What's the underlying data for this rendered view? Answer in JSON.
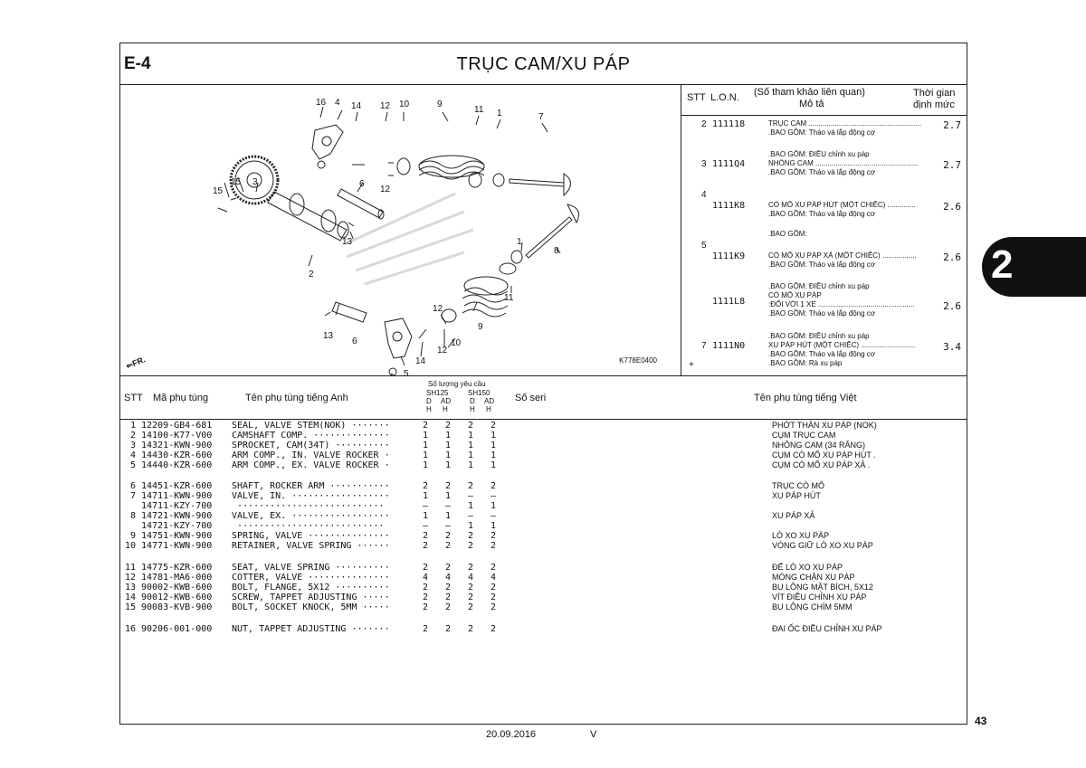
{
  "header": {
    "section": "E-4",
    "title": "TRỤC CAM/XU PÁP"
  },
  "diagram": {
    "figure_code": "K778E0400",
    "fr_label": "FR.",
    "callouts": [
      {
        "label": "16"
      },
      {
        "label": "4"
      },
      {
        "label": "14"
      },
      {
        "label": "12"
      },
      {
        "label": "10"
      },
      {
        "label": "9"
      },
      {
        "label": "11"
      },
      {
        "label": "1"
      },
      {
        "label": "7"
      },
      {
        "label": "15"
      },
      {
        "label": "15"
      },
      {
        "label": "3"
      },
      {
        "label": "6"
      },
      {
        "label": "12"
      },
      {
        "label": "13"
      },
      {
        "label": "1"
      },
      {
        "label": "8"
      },
      {
        "label": "2"
      },
      {
        "label": "11"
      },
      {
        "label": "12"
      },
      {
        "label": "9"
      },
      {
        "label": "13"
      },
      {
        "label": "6"
      },
      {
        "label": "10"
      },
      {
        "label": "12"
      },
      {
        "label": "14"
      },
      {
        "label": "5"
      },
      {
        "label": "16"
      }
    ]
  },
  "ref_table": {
    "headers": {
      "stt": "STT",
      "lon": "L.O.N.",
      "desc_top": "(Số tham khảo liên quan)",
      "desc": "Mô tả",
      "time_top": "Thời gian",
      "time": "định mức"
    },
    "rows": [
      {
        "stt": "2",
        "lon": "111118",
        "lines": [
          "TRỤC CAM ........................................................",
          ".BAO GỒM: Tháo và lắp động cơ"
        ],
        "time": "2.7"
      },
      {
        "stt": "",
        "lon": "",
        "lines": [
          ".BAO GỒM: ĐIỀU chỉnh xu páp"
        ],
        "time": ""
      },
      {
        "stt": "3",
        "lon": "1111Q4",
        "lines": [
          "NHÔNG CAM ...................................................",
          ".BAO GỒM: Tháo và lắp động cơ"
        ],
        "time": "2.7"
      },
      {
        "stt": "4",
        "lon": "",
        "lines": [],
        "time": ""
      },
      {
        "stt": "",
        "lon": "1111K8",
        "lines": [
          "CÒ MỔ XU PÁP HÚT (MỘT CHIẾC) ..............",
          ".BAO GỒM: Tháo và lắp động cơ"
        ],
        "time": "2.6"
      },
      {
        "stt": "",
        "lon": "",
        "lines": [
          ".BAO GỒM:"
        ],
        "time": ""
      },
      {
        "stt": "5",
        "lon": "",
        "lines": [],
        "time": ""
      },
      {
        "stt": "",
        "lon": "1111K9",
        "lines": [
          "CÒ MỔ XU PÁP XẢ (MỘT CHIẾC) .................",
          ".BAO GỒM: Tháo và lắp động cơ"
        ],
        "time": "2.6"
      },
      {
        "stt": "",
        "lon": "",
        "lines": [
          ".BAO GỒM: ĐIỀU chỉnh xu páp"
        ],
        "time": ""
      },
      {
        "stt": "",
        "lon": "1111L8",
        "lines": [
          "CÒ MỔ XU PÁP",
          ":ĐỐI VỚI 1 XE ................................................",
          ".BAO GỒM: Tháo và lắp động cơ"
        ],
        "time": "2.6"
      },
      {
        "stt": "",
        "lon": "",
        "lines": [
          ".BAO GỒM: ĐIỀU chỉnh xu páp"
        ],
        "time": ""
      },
      {
        "stt": "7",
        "lon": "1111N0",
        "lines": [
          "XU PÁP HÚT (MỘT CHIẾC) ...........................",
          ".BAO GỒM: Tháo và lắp động cơ",
          ".BAO GỒM: Rà xu páp"
        ],
        "time": "3.4"
      }
    ],
    "plus": "+"
  },
  "parts_table": {
    "headers": {
      "stt": "STT",
      "part_no": "Mã phụ tùng",
      "name_en": "Tên phụ tùng tiếng Anh",
      "qty_title": "Số lượng yêu cầu",
      "model_a": "SH125",
      "model_b": "SH150",
      "d": "D",
      "ad": "AD",
      "h": "H",
      "serial": "Số seri",
      "name_vi": "Tên phụ tùng tiếng Việt"
    },
    "rows": [
      {
        "no": "1",
        "part_no": "12209-GB4-681",
        "name_en": "SEAL, VALVE STEM(NOK) ·······",
        "q": [
          "2",
          "2",
          "2",
          "2"
        ],
        "name_vi": "PHỚT THÂN XU PÁP (NOK)"
      },
      {
        "no": "2",
        "part_no": "14100-K77-V00",
        "name_en": "CAMSHAFT COMP. ··············",
        "q": [
          "1",
          "1",
          "1",
          "1"
        ],
        "name_vi": "CỤM TRỤC CAM"
      },
      {
        "no": "3",
        "part_no": "14321-KWN-900",
        "name_en": "SPROCKET, CAM(34T) ··········",
        "q": [
          "1",
          "1",
          "1",
          "1"
        ],
        "name_vi": "NHÔNG CAM (34 RĂNG)"
      },
      {
        "no": "4",
        "part_no": "14430-KZR-600",
        "name_en": "ARM COMP., IN. VALVE ROCKER ·",
        "q": [
          "1",
          "1",
          "1",
          "1"
        ],
        "name_vi": "CỤM CÒ MỔ XU PÁP HÚT ."
      },
      {
        "no": "5",
        "part_no": "14440-KZR-600",
        "name_en": "ARM COMP., EX. VALVE ROCKER ·",
        "q": [
          "1",
          "1",
          "1",
          "1"
        ],
        "name_vi": "CỤM CÒ MỔ XU PÁP XẢ ."
      },
      {
        "no": "6",
        "part_no": "14451-KZR-600",
        "name_en": "SHAFT, ROCKER ARM ···········",
        "q": [
          "2",
          "2",
          "2",
          "2"
        ],
        "name_vi": "TRỤC CÒ MỔ"
      },
      {
        "no": "7",
        "part_no": "14711-KWN-900",
        "name_en": "VALVE, IN. ··················",
        "q": [
          "1",
          "1",
          "–",
          "–"
        ],
        "name_vi": "XU PÁP HÚT"
      },
      {
        "no": "",
        "part_no": "14711-KZY-700",
        "name_en": " ···························",
        "q": [
          "–",
          "–",
          "1",
          "1"
        ],
        "name_vi": ""
      },
      {
        "no": "8",
        "part_no": "14721-KWN-900",
        "name_en": "VALVE, EX. ··················",
        "q": [
          "1",
          "1",
          "–",
          "–"
        ],
        "name_vi": "XU PÁP XẢ"
      },
      {
        "no": "",
        "part_no": "14721-KZY-700",
        "name_en": " ···························",
        "q": [
          "–",
          "–",
          "1",
          "1"
        ],
        "name_vi": ""
      },
      {
        "no": "9",
        "part_no": "14751-KWN-900",
        "name_en": "SPRING, VALVE ···············",
        "q": [
          "2",
          "2",
          "2",
          "2"
        ],
        "name_vi": "LÒ XO XU PÁP"
      },
      {
        "no": "10",
        "part_no": "14771-KWN-900",
        "name_en": "RETAINER, VALVE SPRING ······",
        "q": [
          "2",
          "2",
          "2",
          "2"
        ],
        "name_vi": "VÒNG GIỮ LÒ XO XU PÁP"
      },
      {
        "no": "11",
        "part_no": "14775-KZR-600",
        "name_en": "SEAT, VALVE SPRING ··········",
        "q": [
          "2",
          "2",
          "2",
          "2"
        ],
        "name_vi": "ĐẾ LÒ XO XU PÁP"
      },
      {
        "no": "12",
        "part_no": "14781-MA6-000",
        "name_en": "COTTER, VALVE ···············",
        "q": [
          "4",
          "4",
          "4",
          "4"
        ],
        "name_vi": "MÓNG CHẶN XU PÁP"
      },
      {
        "no": "13",
        "part_no": "90002-KWB-600",
        "name_en": "BOLT, FLANGE, 5X12 ··········",
        "q": [
          "2",
          "2",
          "2",
          "2"
        ],
        "name_vi": "BU LÔNG MẶT BÍCH, 5X12"
      },
      {
        "no": "14",
        "part_no": "90012-KWB-600",
        "name_en": "SCREW, TAPPET ADJUSTING ·····",
        "q": [
          "2",
          "2",
          "2",
          "2"
        ],
        "name_vi": "VÍT ĐIỀU CHỈNH XU PÁP"
      },
      {
        "no": "15",
        "part_no": "90083-KVB-900",
        "name_en": "BOLT, SOCKET KNOCK, 5MM ·····",
        "q": [
          "2",
          "2",
          "2",
          "2"
        ],
        "name_vi": "BU LÔNG CHÌM 5MM"
      },
      {
        "no": "16",
        "part_no": "90206-001-000",
        "name_en": "NUT, TAPPET ADJUSTING ·······",
        "q": [
          "2",
          "2",
          "2",
          "2"
        ],
        "name_vi": "ĐAI ỐC ĐIỀU CHỈNH XU PÁP"
      }
    ]
  },
  "side_tab": {
    "label": "2"
  },
  "footer": {
    "page": "43",
    "date": "20.09.2016",
    "version": "V"
  },
  "colors": {
    "line": "#222222",
    "tab_bg": "#111111",
    "watermark": "#e5a0a0"
  }
}
